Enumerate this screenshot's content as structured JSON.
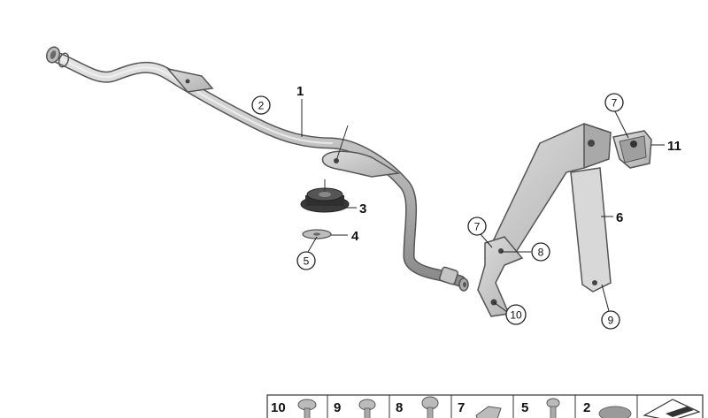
{
  "callouts": {
    "c1": "1",
    "c2": "2",
    "c3": "3",
    "c4": "4",
    "c5": "5",
    "c6": "6",
    "c7a": "7",
    "c7b": "7",
    "c8": "8",
    "c9": "9",
    "c10": "10",
    "c11": "11"
  },
  "legend_strip": {
    "cells": [
      "10",
      "9",
      "8",
      "7",
      "5",
      "2"
    ]
  },
  "colors": {
    "part_fill": "#c9c9c9",
    "part_shade": "#9a9a9a",
    "outline": "#555555",
    "rubber": "#3a3a3a"
  }
}
